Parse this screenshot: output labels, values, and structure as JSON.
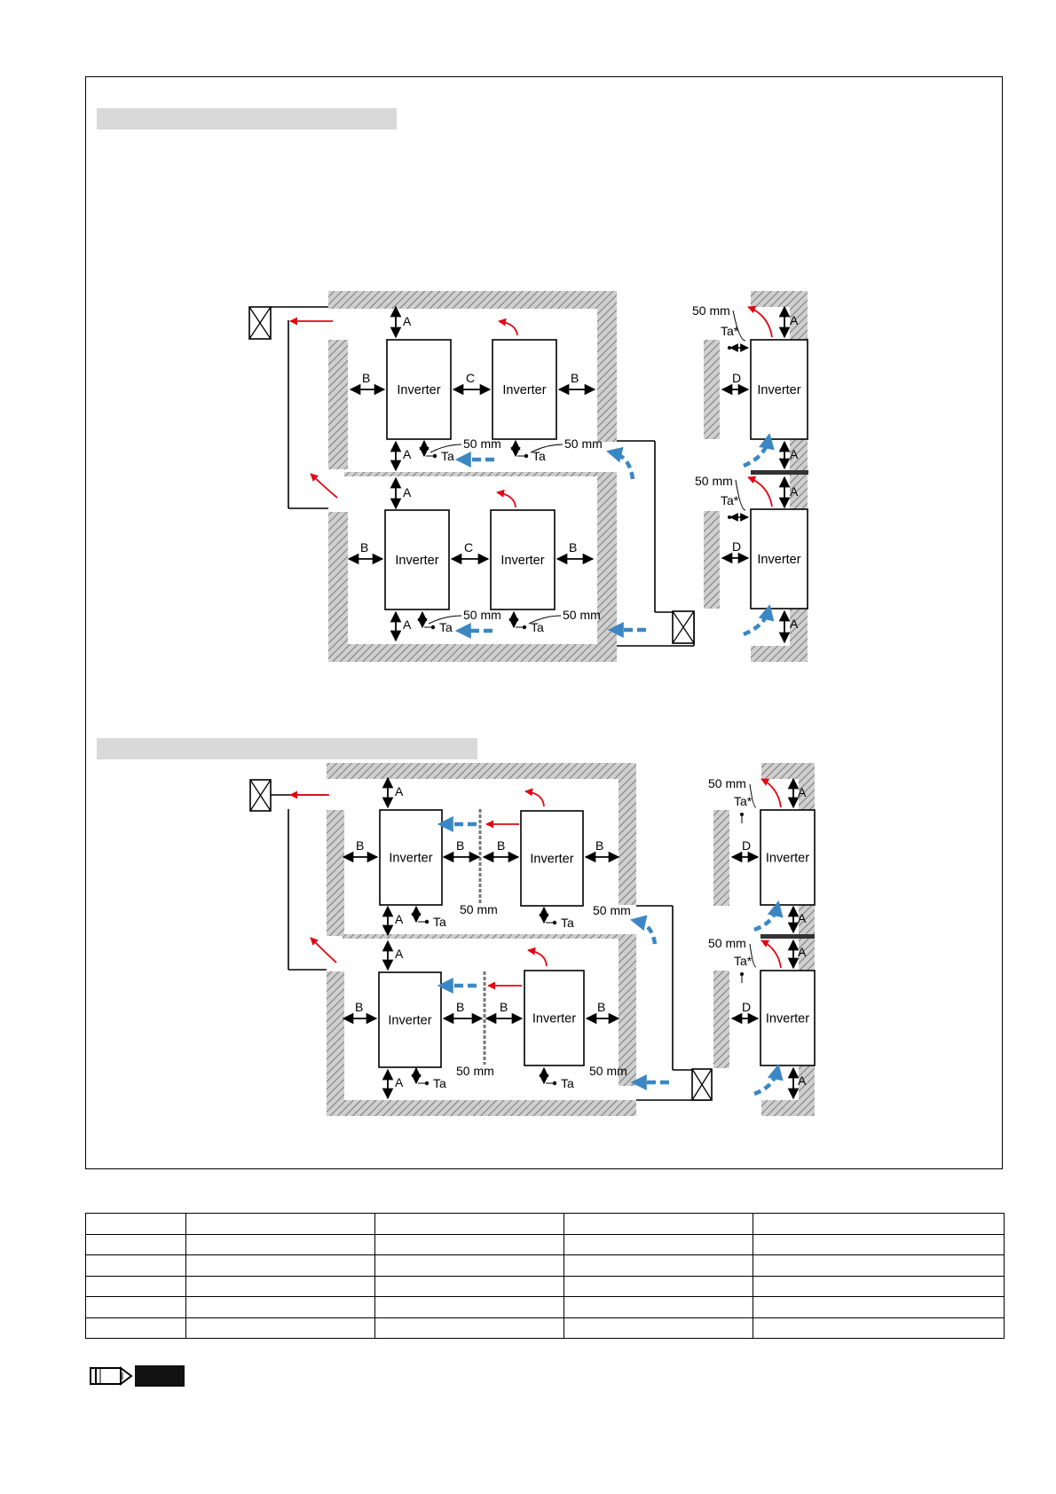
{
  "diagram_labels": {
    "inverter": "Inverter",
    "a": "A",
    "b": "B",
    "c": "C",
    "d": "D",
    "ta": "Ta",
    "ta_star": "Ta*",
    "mm50": "50 mm"
  },
  "colors": {
    "hatch": "#888888",
    "outlet_arrow": "#e30613",
    "inlet_arrow": "#3b87c4"
  },
  "icons": [
    "fan-icon",
    "note-pencil-icon"
  ],
  "table": {
    "columns": 5,
    "rows": 6,
    "cells": []
  }
}
